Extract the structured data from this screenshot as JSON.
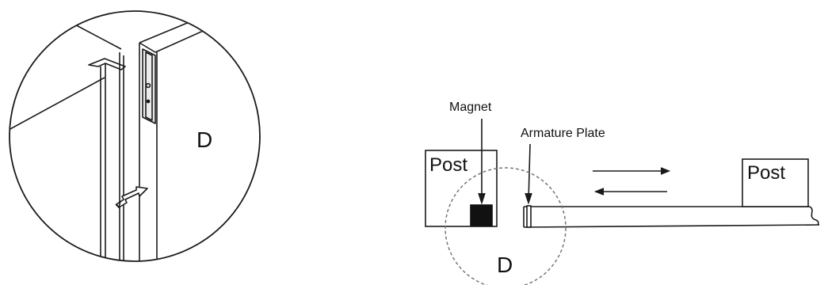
{
  "detail_view": {
    "label": "D"
  },
  "side_view": {
    "magnet_label": "Magnet",
    "armature_plate_label": "Armature Plate",
    "left_post_label": "Post",
    "right_post_label": "Post",
    "detail_marker_label": "D"
  },
  "colors": {
    "line": "#1a1a1a",
    "magnet_fill": "#111111",
    "dashed_circle": "#777777"
  }
}
